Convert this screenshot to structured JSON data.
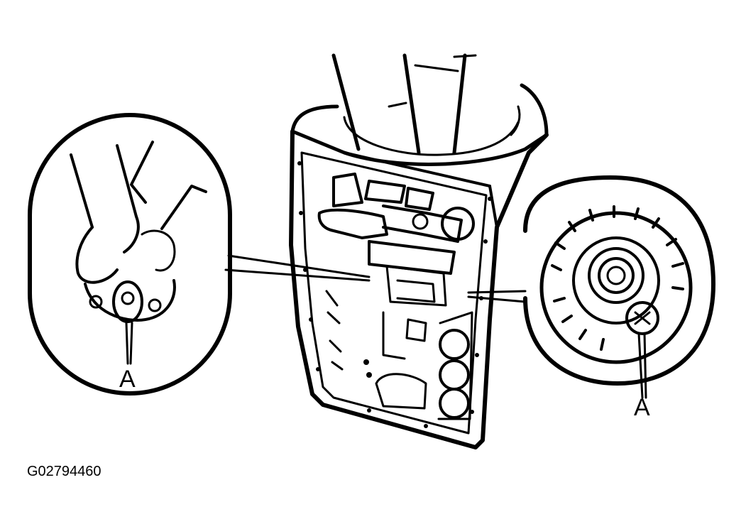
{
  "diagram": {
    "callout_left_label": "A",
    "callout_right_label": "A",
    "figure_code": "G02794460"
  }
}
